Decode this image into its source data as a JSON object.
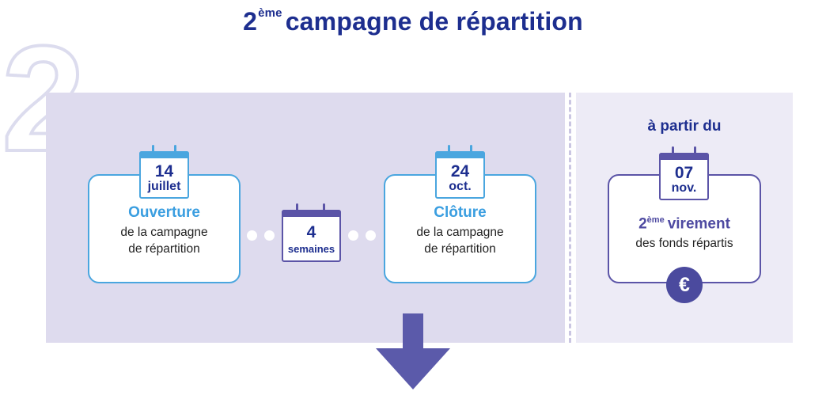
{
  "title": {
    "ordinal": "2",
    "suffix": "ème",
    "text": "campagne de répartition"
  },
  "step_number": "2",
  "opening": {
    "date_day": "14",
    "date_month": "juillet",
    "label": "Ouverture",
    "line1": "de la campagne",
    "line2": "de répartition"
  },
  "duration": {
    "value": "4",
    "unit": "semaines"
  },
  "closing": {
    "date_day": "24",
    "date_month": "oct.",
    "label": "Clôture",
    "line1": "de la campagne",
    "line2": "de répartition"
  },
  "transfer": {
    "heading": "à partir du",
    "date_day": "07",
    "date_month": "nov.",
    "label_ordinal": "2",
    "label_suffix": "ème",
    "label_word": "virement",
    "line1": "des fonds répartis",
    "currency": "€"
  },
  "colors": {
    "navy": "#1d2e8f",
    "blue": "#3a9ee0",
    "purple": "#5b54a7",
    "panel": "#dedbee"
  }
}
